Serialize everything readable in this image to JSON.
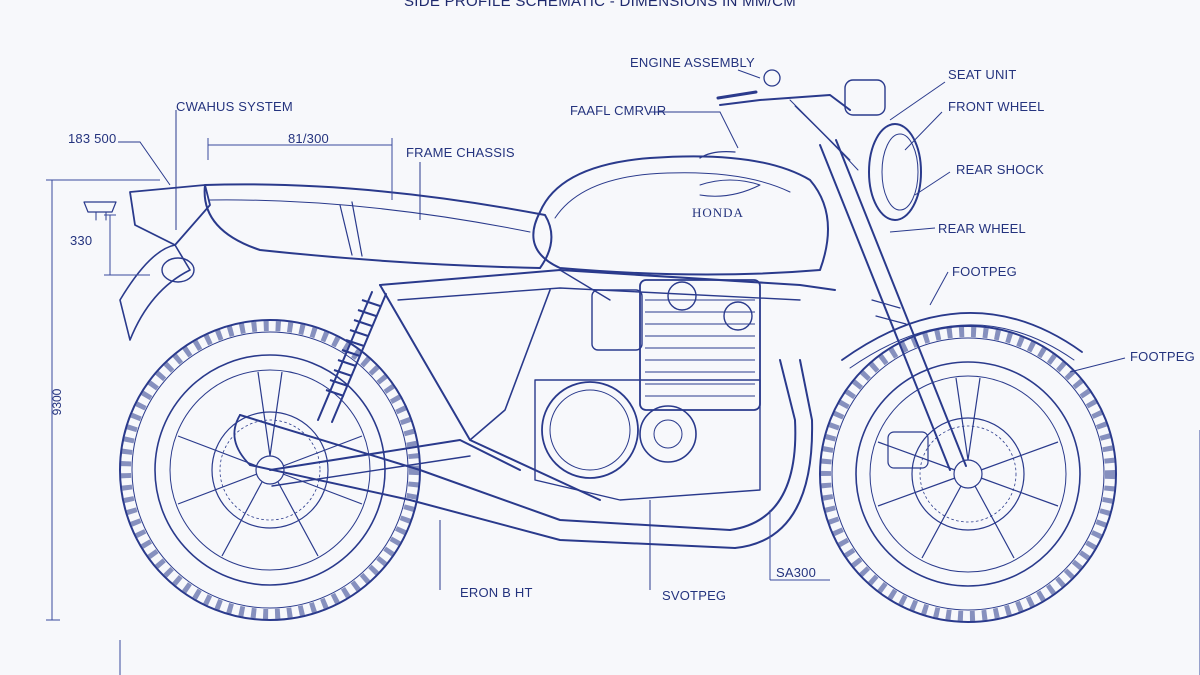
{
  "title": "SIDE PROFILE SCHEMATIC - DIMENSIONS IN MM/CM",
  "brand_logo": "HONDA",
  "dimensions": {
    "rear_overhang": "183 500",
    "seat_length": "81/300",
    "seat_height": "330",
    "overall_height": "9300",
    "wheelbase": "SA300"
  },
  "callouts": {
    "exhaust_system": "CWAHUS SYSTEM",
    "frame_chassis": "FRAME CHASSIS",
    "fuel_tank": "FAAFL CMRVIR",
    "engine_assembly": "ENGINE ASSEMBLY",
    "seat_unit": "SEAT UNIT",
    "front_wheel": "FRONT WHEEL",
    "rear_shock": "REAR SHOCK",
    "rear_wheel": "REAR WHEEL",
    "footpeg_upper": "FOOTPEG",
    "footpeg_right": "FOOTPEG",
    "front_brake": "ERON B   HT",
    "swingarm_footpeg": "SVOTPEG"
  },
  "colors": {
    "ink": "#2a3a8c",
    "paper": "#f7f8fb"
  }
}
